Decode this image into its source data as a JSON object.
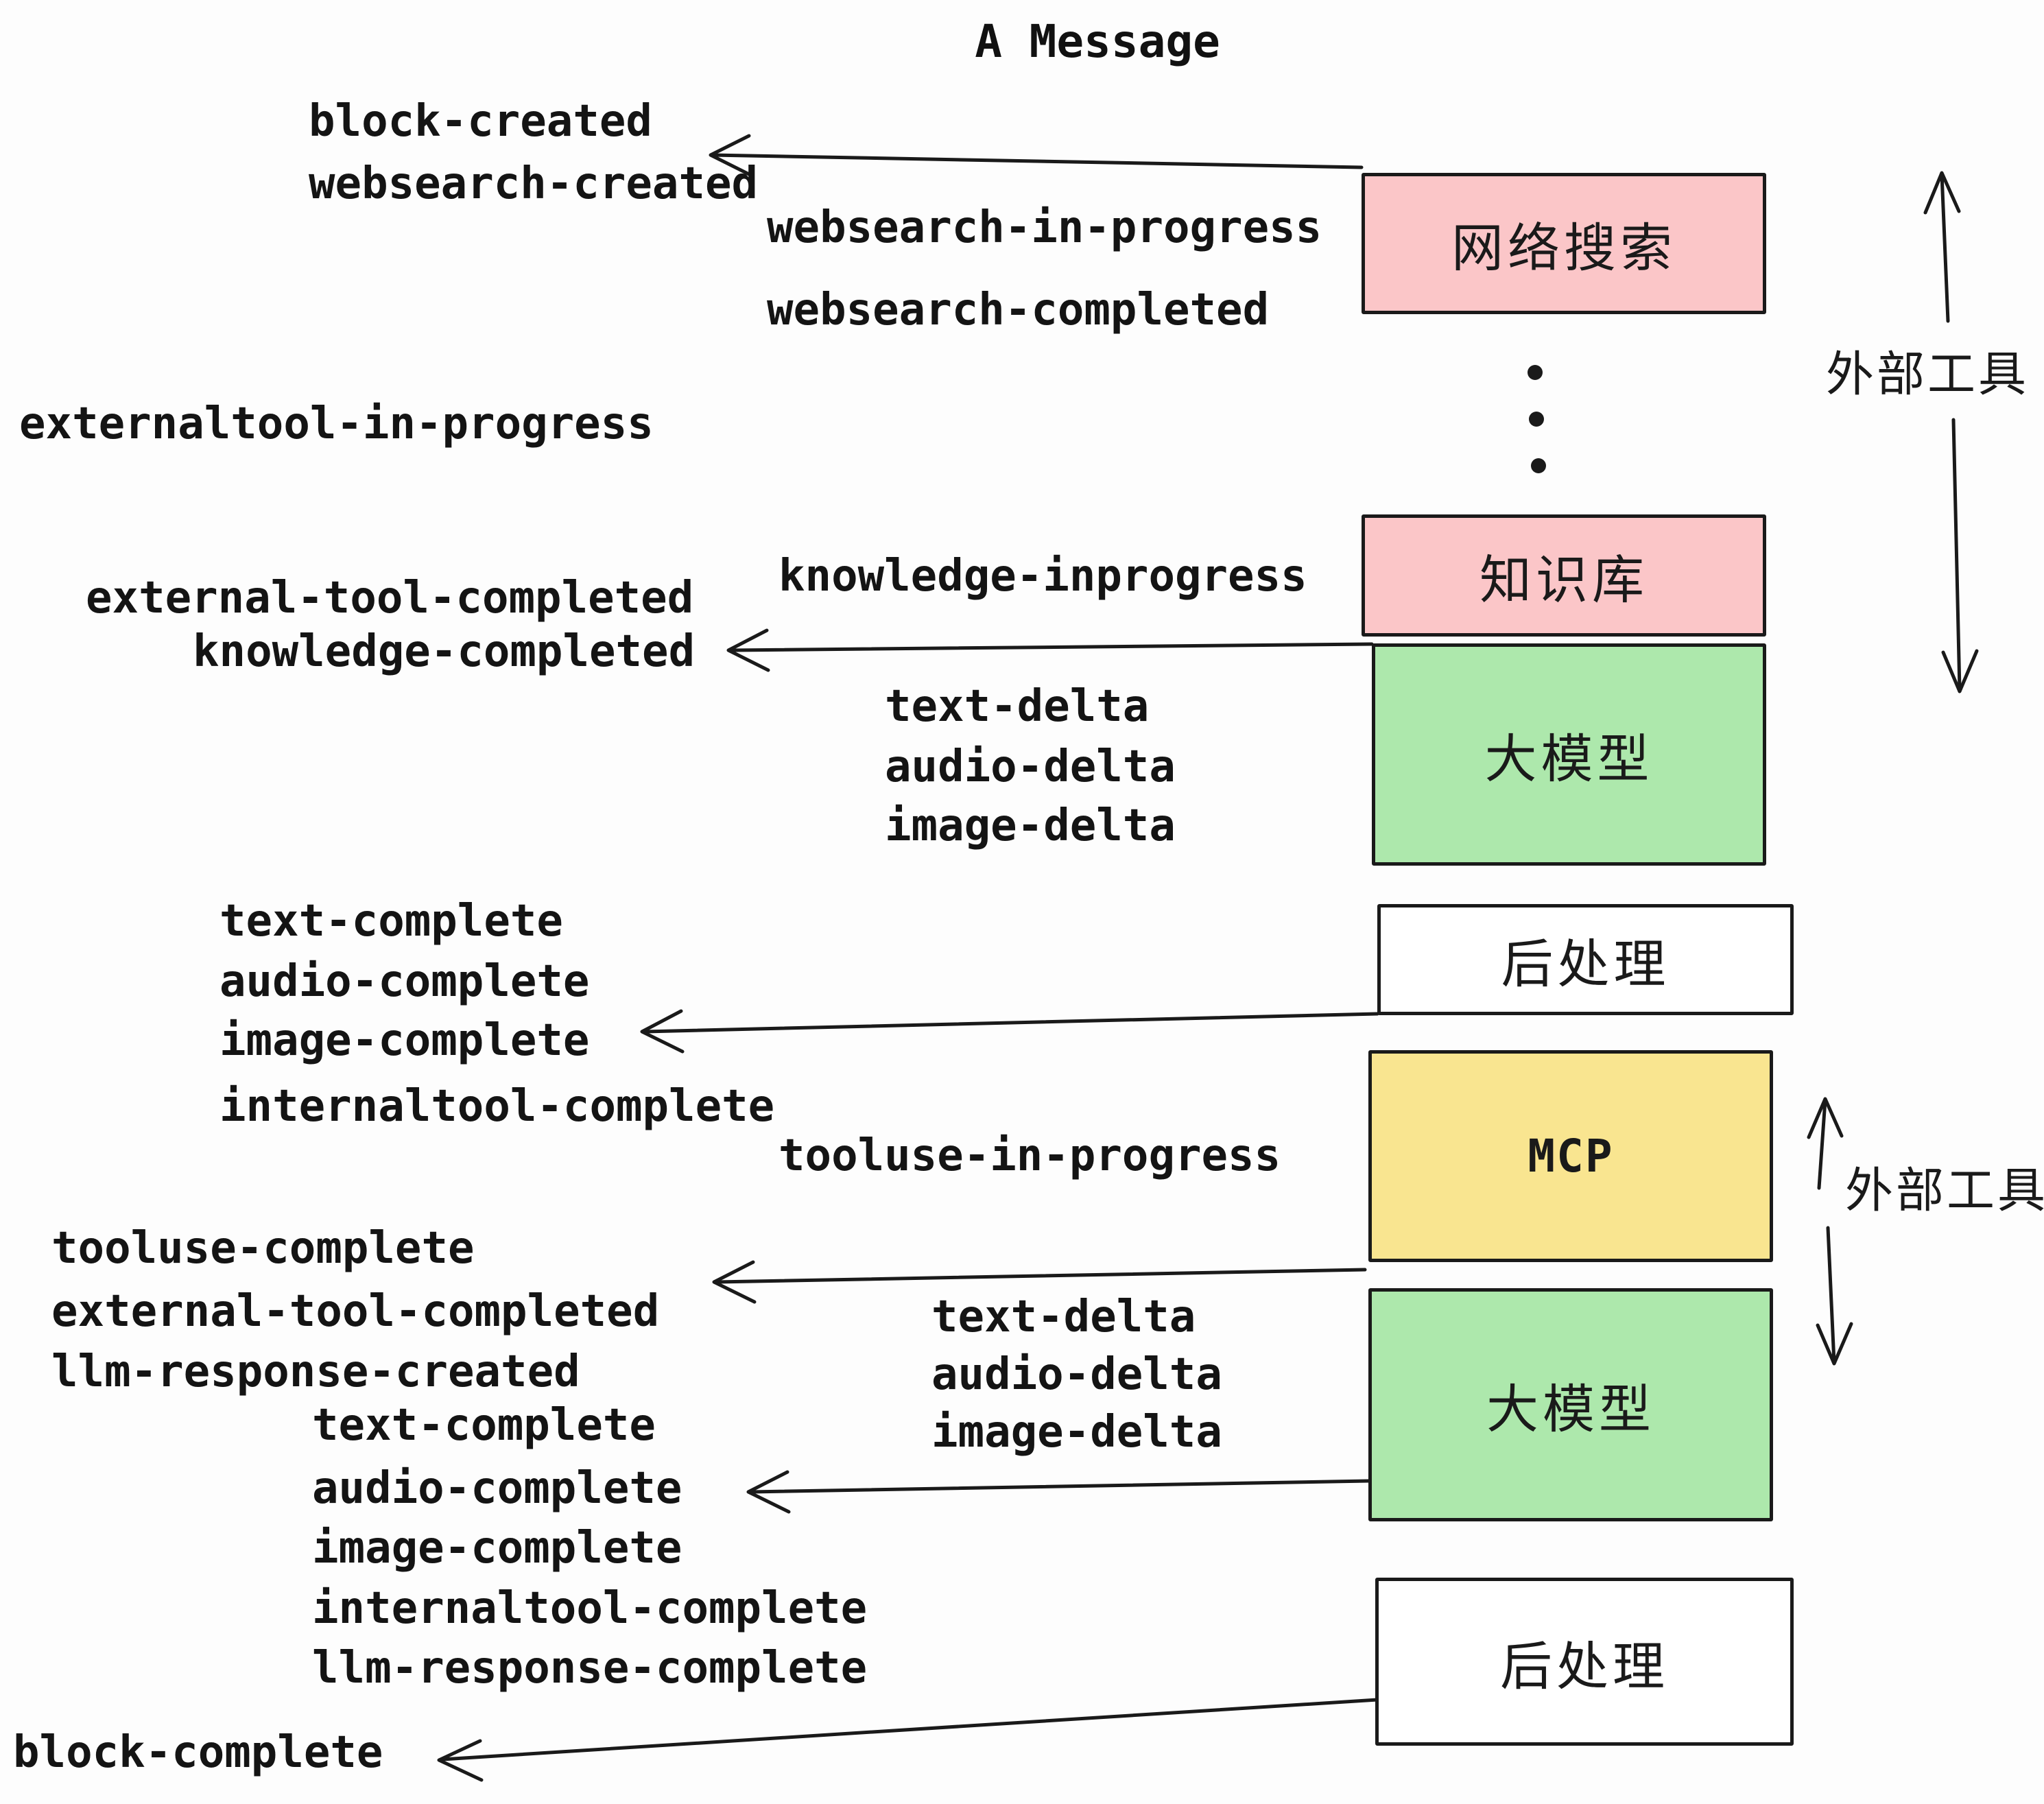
{
  "title": "A Message",
  "colors": {
    "pink": "#fbc6c8",
    "green": "#ade8ac",
    "yellow": "#f9e590",
    "white": "#ffffff",
    "ink": "#1a1a1a",
    "background": "#fdfdfd"
  },
  "boxes": [
    {
      "id": "websearch",
      "label": "网络搜索",
      "color": "pink"
    },
    {
      "id": "knowledge",
      "label": "知识库",
      "color": "pink"
    },
    {
      "id": "llm-1",
      "label": "大模型",
      "color": "green"
    },
    {
      "id": "postprocess-1",
      "label": "后处理",
      "color": "white"
    },
    {
      "id": "mcp",
      "label": "MCP",
      "color": "yellow"
    },
    {
      "id": "llm-2",
      "label": "大模型",
      "color": "green"
    },
    {
      "id": "postprocess-2",
      "label": "后处理",
      "color": "white"
    }
  ],
  "side_labels": {
    "top": "外部工具",
    "bottom": "外部工具"
  },
  "events": {
    "block_created": "block-created",
    "websearch_created": "websearch-created",
    "websearch_in_progress": "websearch-in-progress",
    "websearch_completed": "websearch-completed",
    "externaltool_in_progress": "externaltool-in-progress",
    "knowledge_inprogress": "knowledge-inprogress",
    "external_tool_completed_1": "external-tool-completed",
    "knowledge_completed": "knowledge-completed",
    "text_delta_1": "text-delta",
    "audio_delta_1": "audio-delta",
    "image_delta_1": "image-delta",
    "text_complete_1": "text-complete",
    "audio_complete_1": "audio-complete",
    "image_complete_1": "image-complete",
    "internaltool_complete_1": "internaltool-complete",
    "tooluse_in_progress": "tooluse-in-progress",
    "tooluse_complete": "tooluse-complete",
    "external_tool_completed_2": "external-tool-completed",
    "llm_response_created": "llm-response-created",
    "text_delta_2": "text-delta",
    "audio_delta_2": "audio-delta",
    "image_delta_2": "image-delta",
    "text_complete_2": "text-complete",
    "audio_complete_2": "audio-complete",
    "image_complete_2": "image-complete",
    "internaltool_complete_2": "internaltool-complete",
    "llm_response_complete": "llm-response-complete",
    "block_complete": "block-complete"
  }
}
